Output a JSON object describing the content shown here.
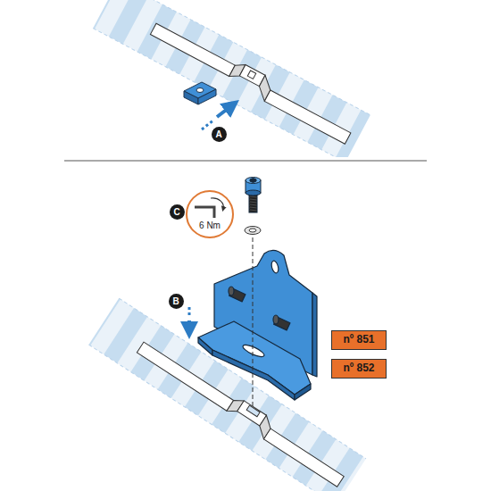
{
  "diagram": {
    "nodes": [
      {
        "text": [
          "A"
        ]
      },
      {
        "text": [
          "C"
        ]
      },
      {
        "text": [
          "6 Nm"
        ]
      },
      {
        "text": [
          "B"
        ]
      },
      {
        "text": [
          "nº 851"
        ]
      },
      {
        "text": [
          "nº 852"
        ]
      }
    ]
  }
}
